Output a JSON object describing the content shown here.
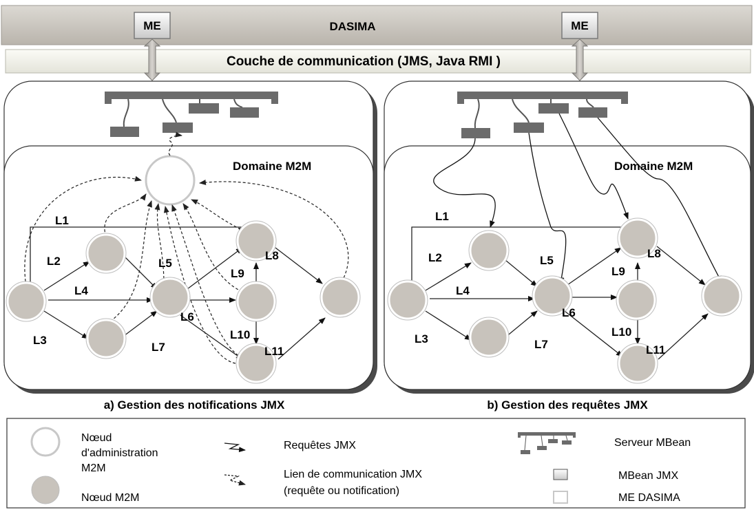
{
  "top_bar": {
    "title": "DASIMA",
    "me_left": "ME",
    "me_right": "ME"
  },
  "comm_bar": {
    "label": "Couche de communication (JMS, Java RMI )"
  },
  "panel_a": {
    "domain_label": "Domaine M2M",
    "caption": "a) Gestion des notifications JMX"
  },
  "panel_b": {
    "domain_label": "Domaine M2M",
    "caption": "b) Gestion des requêtes JMX"
  },
  "links": [
    "L1",
    "L2",
    "L3",
    "L4",
    "L5",
    "L6",
    "L7",
    "L8",
    "L9",
    "L10",
    "L11"
  ],
  "legend": {
    "admin_node_line1": "Nœud",
    "admin_node_line2": "d'administration",
    "admin_node_line3": "M2M",
    "m2m_node": "Nœud M2M",
    "requests": "Requêtes JMX",
    "comm_link_line1": "Lien de communication JMX",
    "comm_link_line2": "(requête ou notification)",
    "mbean_server": "Serveur MBean",
    "mbean": "MBean JMX",
    "me_dasima": "ME DASIMA"
  },
  "colors": {
    "node_fill": "#c8c3bc",
    "node_stroke": "#ffffff",
    "bar_fill": "#c9c5be",
    "mbean_fill": "#6b6b6b",
    "panel_shadow": "#4a4a4a"
  }
}
